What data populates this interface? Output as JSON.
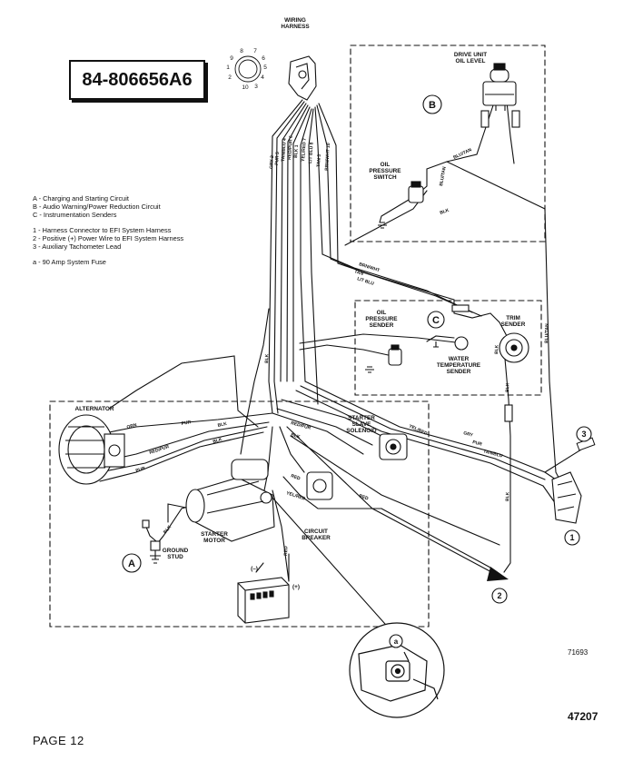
{
  "part_number": "84-806656A6",
  "legend": {
    "circuits": [
      "A - Charging and Starting Circuit",
      "B - Audio Warning/Power Reduction Circuit",
      "C - Instrumentation Senders"
    ],
    "numbered": [
      "1 - Harness Connector to EFI System Harness",
      "2 - Positive (+) Power Wire to EFI System Harness",
      "3 - Auxiliary Tachometer Lead"
    ],
    "lettered": [
      "a - 90 Amp System Fuse"
    ]
  },
  "components": {
    "wiring_harness": [
      "WIRING",
      "HARNESS"
    ],
    "drive_unit_oil_level": [
      "DRIVE UNIT",
      "OIL LEVEL"
    ],
    "oil_pressure_switch": [
      "OIL",
      "PRESSURE",
      "SWITCH"
    ],
    "oil_pressure_sender": [
      "OIL",
      "PRESSURE",
      "SENDER"
    ],
    "water_temp_sender": [
      "WATER",
      "TEMPERATURE",
      "SENDER"
    ],
    "trim_sender": [
      "TRIM",
      "SENDER"
    ],
    "alternator": [
      "ALTERNATOR"
    ],
    "starter_slave_solenoid": [
      "STARTER",
      "SLAVE",
      "SOLENOID"
    ],
    "starter_motor": [
      "STARTER",
      "MOTOR"
    ],
    "circuit_breaker": [
      "CIRCUIT",
      "BREAKER"
    ],
    "ground_stud": [
      "GROUND",
      "STUD"
    ],
    "battery_neg": "(–)",
    "battery_pos": "(+)"
  },
  "circuit_markers": {
    "A": "A",
    "B": "B",
    "C": "C"
  },
  "callouts": {
    "one": "1",
    "two": "2",
    "three": "3",
    "a": "a"
  },
  "connector_pins": [
    "8",
    "7",
    "9",
    "6",
    "1",
    "5",
    "2",
    "10",
    "3",
    "4"
  ],
  "harness_wire_labels": [
    "GRY 2",
    "PUR 5",
    "TAN/BLU 4",
    "RED/PUR 6",
    "BLK 1",
    "YEL/RED 7",
    "LIT BLU 8",
    "TAN 3",
    "BRN/WHT 10"
  ],
  "wire_labels": {
    "blu_tan_1": "BLU/TAN",
    "blu_tan_2": "BLU/TAN",
    "blu_tan_3": "BLU/TAN",
    "blk_1": "BLK",
    "brn_wht": "BRN/WHT",
    "tan": "TAN",
    "lit_blu": "LIT BLU",
    "blk_2": "BLK",
    "blk_3": "BLK",
    "blk_4": "BLK",
    "orn": "ORN",
    "pur_1": "PUR",
    "red_pur_1": "RED/PUR",
    "blk_5": "BLK",
    "pur_2": "PUR",
    "red_pur_2": "RED/PUR",
    "blk_6": "BLK",
    "yel_red_1": "YEL/RED",
    "gry": "GRY",
    "pur_3": "PUR",
    "tan_blu": "TAN/BLU",
    "red_1": "RED",
    "red_2": "RED",
    "yel_red_2": "YEL/RED",
    "red_3": "RED",
    "blk_7": "BLK",
    "blk_8": "BLK",
    "blk_9": "BLK"
  },
  "figure_ref": "71693",
  "doc_number": "47207",
  "page_label": "PAGE 12"
}
